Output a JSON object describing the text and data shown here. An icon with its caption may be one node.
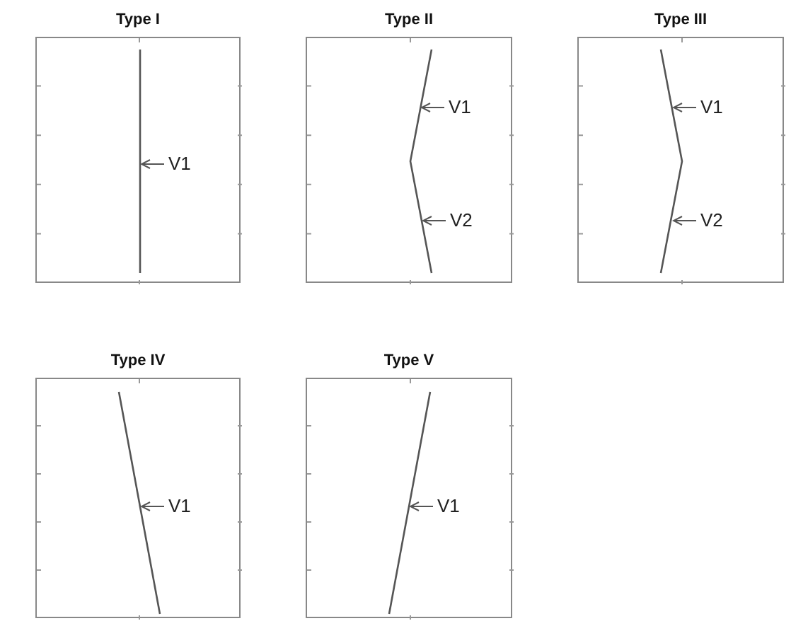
{
  "diagram": {
    "nodes": [
      {
        "text": [
          "Type I"
        ]
      },
      {
        "text": [
          "V1"
        ],
        "in": 0
      },
      {
        "text": [
          "Type II"
        ]
      },
      {
        "text": [
          "V1"
        ],
        "in": 2
      },
      {
        "text": [
          "V2"
        ],
        "in": 2
      },
      {
        "text": [
          "Type III"
        ]
      },
      {
        "text": [
          "V1"
        ],
        "in": 5
      },
      {
        "text": [
          "V2"
        ],
        "in": 5
      },
      {
        "text": [
          "Type IV"
        ]
      },
      {
        "text": [
          "V1"
        ],
        "in": 8
      },
      {
        "text": [
          "Type V"
        ]
      },
      {
        "text": [
          "V1"
        ],
        "in": 10
      }
    ],
    "edges": [
      {
        "from": 1,
        "to": null,
        "arrow": "to"
      },
      {
        "from": 3,
        "to": null,
        "arrow": "to"
      },
      {
        "from": 4,
        "to": null,
        "arrow": "to"
      },
      {
        "from": 6,
        "to": null,
        "arrow": "to"
      },
      {
        "from": 7,
        "to": null,
        "arrow": "to"
      },
      {
        "from": 9,
        "to": null,
        "arrow": "to"
      },
      {
        "from": 11,
        "to": null,
        "arrow": "to"
      }
    ]
  }
}
